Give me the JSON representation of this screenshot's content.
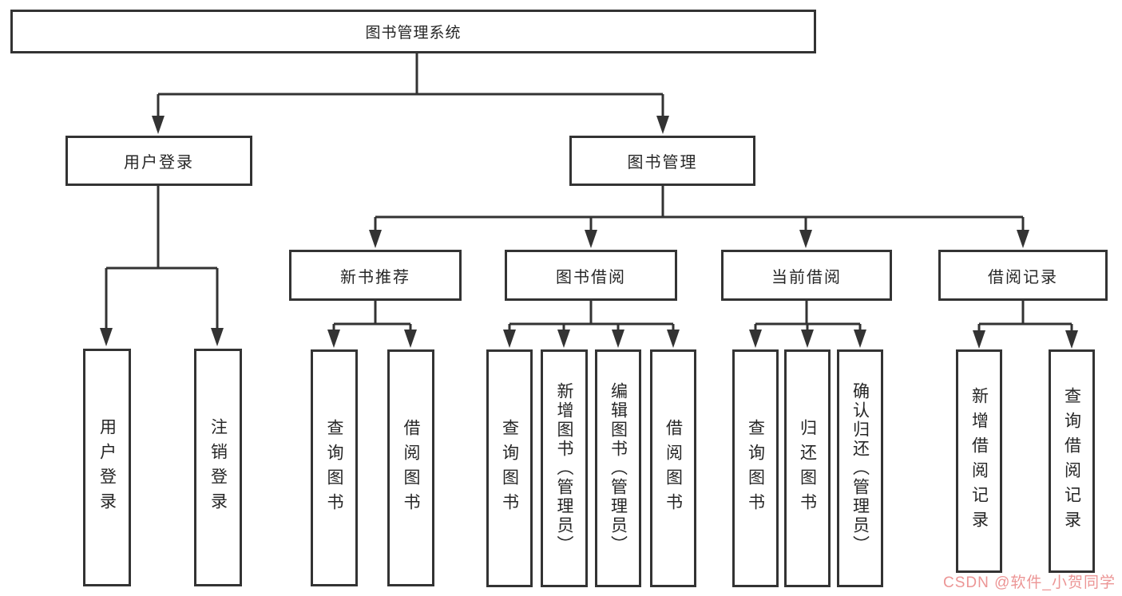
{
  "diagram": {
    "type": "hierarchy-tree",
    "tree": {
      "label": "图书管理系统",
      "children": [
        {
          "label": "用户登录",
          "children": [
            {
              "label": "用户登录"
            },
            {
              "label": "注销登录"
            }
          ]
        },
        {
          "label": "图书管理",
          "children": [
            {
              "label": "新书推荐",
              "children": [
                {
                  "label": "查询图书"
                },
                {
                  "label": "借阅图书"
                }
              ]
            },
            {
              "label": "图书借阅",
              "children": [
                {
                  "label": "查询图书"
                },
                {
                  "label": "新增图书（管理员）"
                },
                {
                  "label": "编辑图书（管理员）"
                },
                {
                  "label": "借阅图书"
                }
              ]
            },
            {
              "label": "当前借阅",
              "children": [
                {
                  "label": "查询图书"
                },
                {
                  "label": "归还图书"
                },
                {
                  "label": "确认归还（管理员）"
                }
              ]
            },
            {
              "label": "借阅记录",
              "children": [
                {
                  "label": "新增借阅记录"
                },
                {
                  "label": "查询借阅记录"
                }
              ]
            }
          ]
        }
      ]
    }
  },
  "watermark": {
    "text": "CSDN @软件_小贺同学"
  },
  "colors": {
    "line": "#333333",
    "box_border": "#333333",
    "text": "#262626",
    "background": "#ffffff",
    "watermark": "#e98282"
  }
}
